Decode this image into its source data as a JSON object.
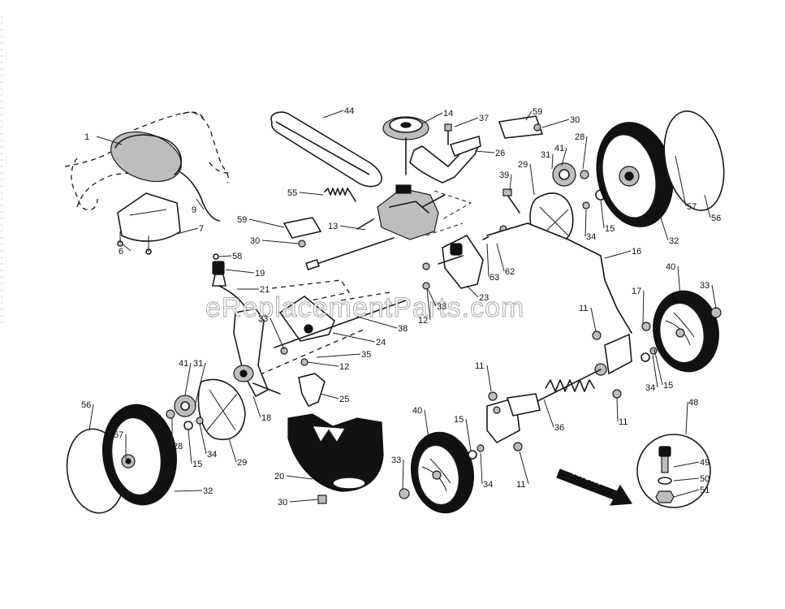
{
  "watermark": "eReplacementParts.com",
  "front_label": "FRONT",
  "callouts": [
    {
      "id": "c1",
      "label": "1"
    },
    {
      "id": "c9",
      "label": "9"
    },
    {
      "id": "c7",
      "label": "7"
    },
    {
      "id": "c6",
      "label": "6"
    },
    {
      "id": "c44",
      "label": "44"
    },
    {
      "id": "c14",
      "label": "14"
    },
    {
      "id": "c37",
      "label": "37"
    },
    {
      "id": "c26",
      "label": "26"
    },
    {
      "id": "c59a",
      "label": "59"
    },
    {
      "id": "c30a",
      "label": "30"
    },
    {
      "id": "c28a",
      "label": "28"
    },
    {
      "id": "c41a",
      "label": "41"
    },
    {
      "id": "c31a",
      "label": "31"
    },
    {
      "id": "c29a",
      "label": "29"
    },
    {
      "id": "c39",
      "label": "39"
    },
    {
      "id": "c55",
      "label": "55"
    },
    {
      "id": "c59b",
      "label": "59"
    },
    {
      "id": "c13",
      "label": "13"
    },
    {
      "id": "c30b",
      "label": "30"
    },
    {
      "id": "c58",
      "label": "58"
    },
    {
      "id": "c19",
      "label": "19"
    },
    {
      "id": "c21",
      "label": "21"
    },
    {
      "id": "c57a",
      "label": "57"
    },
    {
      "id": "c56a",
      "label": "56"
    },
    {
      "id": "c32a",
      "label": "32"
    },
    {
      "id": "c34a",
      "label": "34"
    },
    {
      "id": "c15a",
      "label": "15"
    },
    {
      "id": "c16",
      "label": "16"
    },
    {
      "id": "c62",
      "label": "62"
    },
    {
      "id": "c63",
      "label": "63"
    },
    {
      "id": "c23",
      "label": "23"
    },
    {
      "id": "c33a",
      "label": "33"
    },
    {
      "id": "c12a",
      "label": "12"
    },
    {
      "id": "c38",
      "label": "38"
    },
    {
      "id": "c33b",
      "label": "33"
    },
    {
      "id": "c24",
      "label": "24"
    },
    {
      "id": "c35",
      "label": "35"
    },
    {
      "id": "c12b",
      "label": "12"
    },
    {
      "id": "c40a",
      "label": "40"
    },
    {
      "id": "c17",
      "label": "17"
    },
    {
      "id": "c33c",
      "label": "33"
    },
    {
      "id": "c11a",
      "label": "11"
    },
    {
      "id": "c34b",
      "label": "34"
    },
    {
      "id": "c15b",
      "label": "15"
    },
    {
      "id": "c11b",
      "label": "11"
    },
    {
      "id": "c11c",
      "label": "11"
    },
    {
      "id": "c41b",
      "label": "41"
    },
    {
      "id": "c31b",
      "label": "31"
    },
    {
      "id": "c18",
      "label": "18"
    },
    {
      "id": "c25",
      "label": "25"
    },
    {
      "id": "c56b",
      "label": "56"
    },
    {
      "id": "c57b",
      "label": "57"
    },
    {
      "id": "c28b",
      "label": "28"
    },
    {
      "id": "c15c",
      "label": "15"
    },
    {
      "id": "c34c",
      "label": "34"
    },
    {
      "id": "c29b",
      "label": "29"
    },
    {
      "id": "c32b",
      "label": "32"
    },
    {
      "id": "c20",
      "label": "20"
    },
    {
      "id": "c30c",
      "label": "30"
    },
    {
      "id": "c40b",
      "label": "40"
    },
    {
      "id": "c33d",
      "label": "33"
    },
    {
      "id": "c15d",
      "label": "15"
    },
    {
      "id": "c34d",
      "label": "34"
    },
    {
      "id": "c36",
      "label": "36"
    },
    {
      "id": "c11d",
      "label": "11"
    },
    {
      "id": "c48",
      "label": "48"
    },
    {
      "id": "c49",
      "label": "49"
    },
    {
      "id": "c50",
      "label": "50"
    },
    {
      "id": "c51",
      "label": "51"
    }
  ]
}
